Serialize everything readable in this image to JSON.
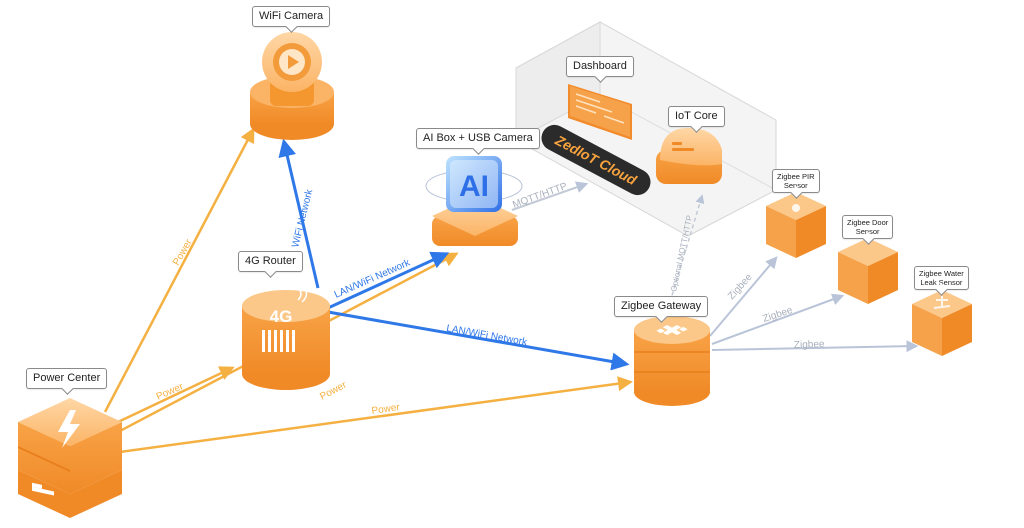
{
  "nodes": {
    "wifi_camera": "WiFi Camera",
    "dashboard": "Dashboard",
    "iot_core": "IoT Core",
    "ai_box": "AI Box  +  USB Camera",
    "ai_glyph": "AI",
    "cloud_banner": "ZedIoT Cloud",
    "router": "4G Router",
    "router_glyph": "4G",
    "zigbee_gateway": "Zigbee  Gateway",
    "power_center": "Power Center",
    "pir_sensor_line1": "Zigbee PIR",
    "pir_sensor_line2": "Sensor",
    "door_sensor_line1": "Zigbee Door",
    "door_sensor_line2": "Sensor",
    "water_sensor_line1": "Zigbee Water",
    "water_sensor_line2": "Leak Sensor"
  },
  "edges": {
    "power_to_camera": "Power",
    "power_to_router": "Power",
    "power_to_aibox": "Power",
    "power_to_gateway": "Power",
    "wifi_network": "WiFi Network",
    "router_to_aibox": "LAN/WiFi Network",
    "router_to_gateway": "LAN/WiFi Network",
    "aibox_to_cloud": "MQTT/HTTP",
    "gateway_to_cloud": "Optional MQTT/HTTP",
    "zigbee_pir": "Zigbee",
    "zigbee_door": "Zigbee",
    "zigbee_water": "Zigbee"
  },
  "colors": {
    "power": "#F5B042",
    "network": "#2F78E8",
    "zigbee": "#B9C4D8",
    "device_orange": "#F7A23E",
    "device_light": "#FCC88A",
    "device_dark": "#E8862A"
  }
}
